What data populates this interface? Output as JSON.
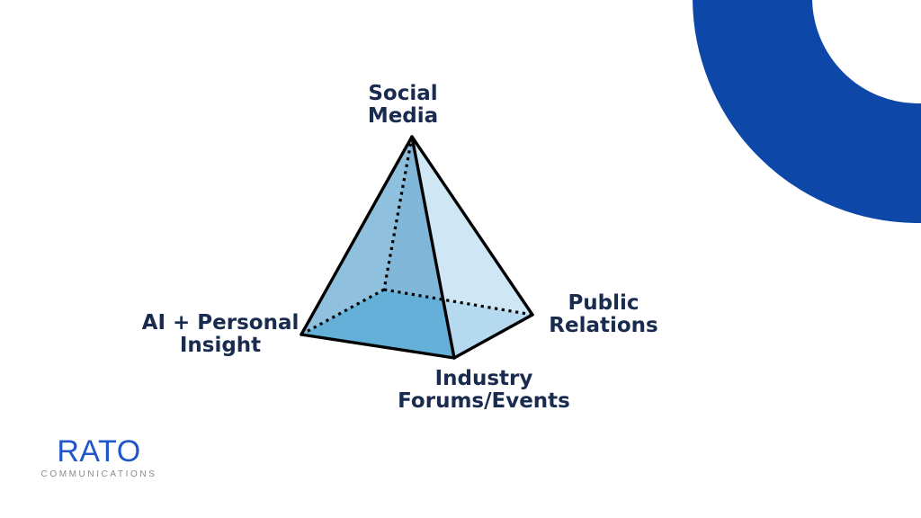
{
  "slide": {
    "colors": {
      "background": "#ffffff",
      "label_navy": "#1a2b50",
      "arc_blue": "#0d47a8",
      "logo_blue": "#2156c8",
      "logo_gray": "#8a8a8a",
      "edge_black": "#000000",
      "face_left": "#8fc0de",
      "face_left_inner": "#80b6d8",
      "face_base": "#64b0d8",
      "face_right": "#cfe7f5",
      "face_right_lower": "#b5d9ee"
    },
    "diagram": {
      "type": "pyramid",
      "description": "Square pyramid with four labeled channels",
      "items": [
        {
          "position": "top",
          "label": "Social Media",
          "line1": "Social",
          "line2": "Media"
        },
        {
          "position": "left",
          "label": "AI + Personal Insight",
          "line1": "AI + Personal",
          "line2": "Insight"
        },
        {
          "position": "right",
          "label": "Public Relations",
          "line1": "Public",
          "line2": "Relations"
        },
        {
          "position": "bottom",
          "label": "Industry Forums/Events",
          "line1": "Industry",
          "line2": "Forums/Events"
        }
      ]
    },
    "logo": {
      "name": "RATO",
      "subtitle": "COMMUNICATIONS"
    }
  }
}
